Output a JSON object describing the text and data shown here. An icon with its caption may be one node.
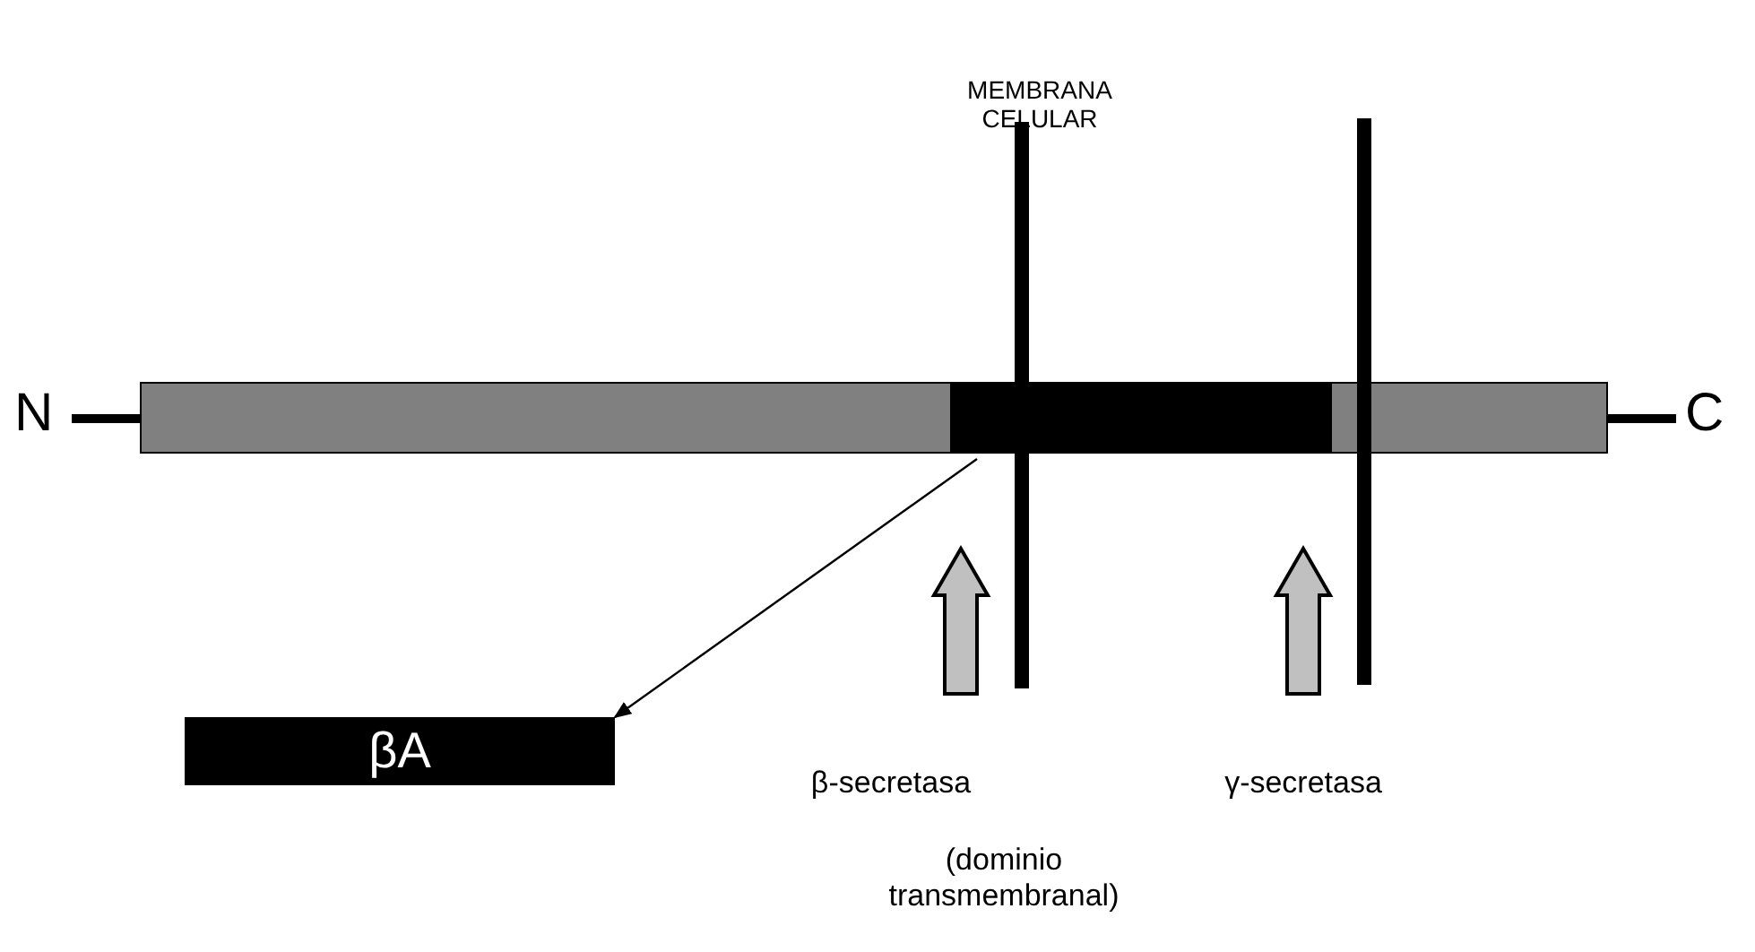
{
  "diagram": {
    "nodes": [
      {
        "text": [],
        "shape": "bar"
      },
      {
        "text": [],
        "shape": "bar",
        "in": 0
      },
      {
        "text": [
          "βA"
        ]
      },
      {
        "text": [
          "β-secretasa"
        ]
      },
      {
        "text": [
          "γ-secretasa"
        ]
      }
    ],
    "edges": [
      {
        "from": 1,
        "to": 2,
        "arrow": "to"
      },
      {
        "from": 3,
        "to": 1,
        "arrow": "to",
        "style": "thick"
      },
      {
        "from": 4,
        "to": 1,
        "arrow": "to",
        "style": "thick"
      }
    ],
    "labels": [
      "N",
      "C",
      "MEMBRANA CELULAR",
      "(dominio transmembranal)"
    ]
  }
}
